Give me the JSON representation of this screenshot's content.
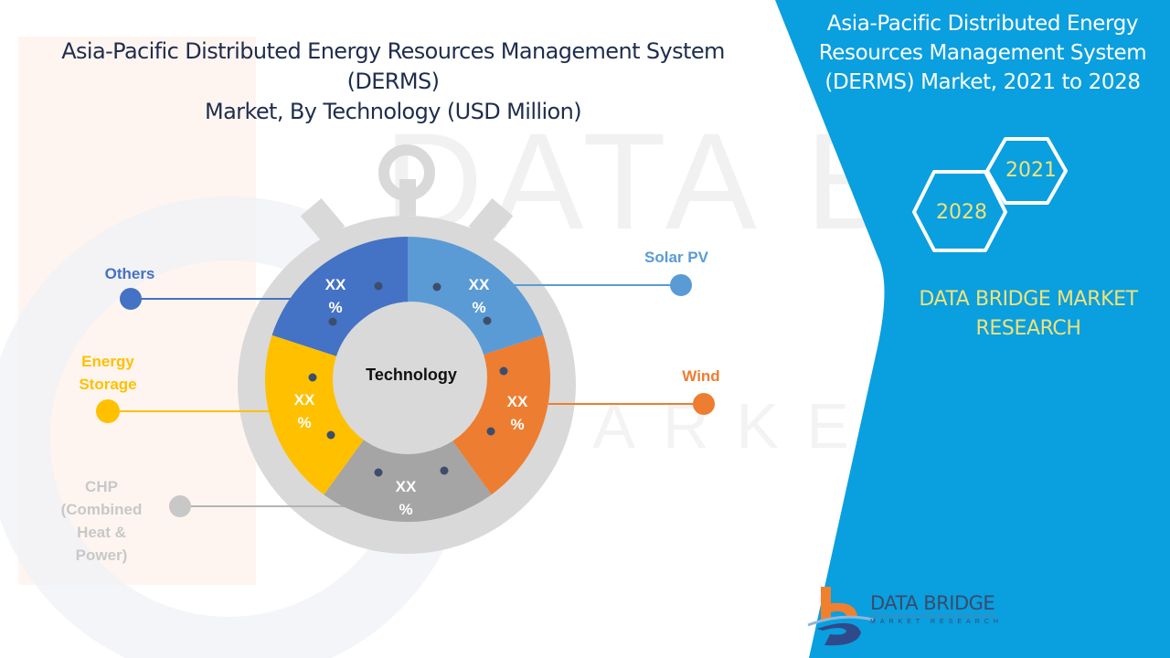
{
  "title": {
    "line1": "Asia-Pacific Distributed Energy Resources Management System (DERMS)",
    "line2": "Market, By Technology (USD Million)"
  },
  "right_panel": {
    "title_line1": "Asia-Pacific Distributed Energy",
    "title_line2": "Resources Management System",
    "title_line3": "(DERMS) Market, 2021 to 2028",
    "hex_start_year": "2021",
    "hex_end_year": "2028",
    "brand_line1": "DATA BRIDGE MARKET",
    "brand_line2": "RESEARCH",
    "panel_color": "#0a9fdf",
    "accent_text_color": "#f0e27a"
  },
  "logo": {
    "name": "DATA BRIDGE",
    "tagline": "MARKET RESEARCH"
  },
  "chart_data": {
    "type": "pie",
    "title": "Asia-Pacific Distributed Energy Resources Management System (DERMS) Market, By Technology (USD Million)",
    "center_label": "Technology",
    "categories": [
      "Solar PV",
      "Wind",
      "CHP (Combined Heat & Power)",
      "Energy Storage",
      "Others"
    ],
    "values": [
      20,
      20,
      20,
      20,
      20
    ],
    "value_labels": [
      "XX %",
      "XX %",
      "XX %",
      "XX %",
      "XX %"
    ],
    "colors": [
      "#5b9bd5",
      "#ed7d31",
      "#a5a5a5",
      "#ffc000",
      "#4472c4"
    ],
    "note": "Segment values are placeholders (XX %); segments drawn equal",
    "legend": [
      {
        "label_line1": "Solar PV",
        "label_line2": "",
        "label_line3": "",
        "label_line4": "",
        "color": "#5b9bd5"
      },
      {
        "label_line1": "Wind",
        "label_line2": "",
        "label_line3": "",
        "label_line4": "",
        "color": "#ed7d31"
      },
      {
        "label_line1": "CHP",
        "label_line2": "(Combined",
        "label_line3": "Heat &",
        "label_line4": "Power)",
        "color": "#c8c8c8"
      },
      {
        "label_line1": "Energy",
        "label_line2": "Storage",
        "label_line3": "",
        "label_line4": "",
        "color": "#ffc000"
      },
      {
        "label_line1": "Others",
        "label_line2": "",
        "label_line3": "",
        "label_line4": "",
        "color": "#4472c4"
      }
    ]
  }
}
